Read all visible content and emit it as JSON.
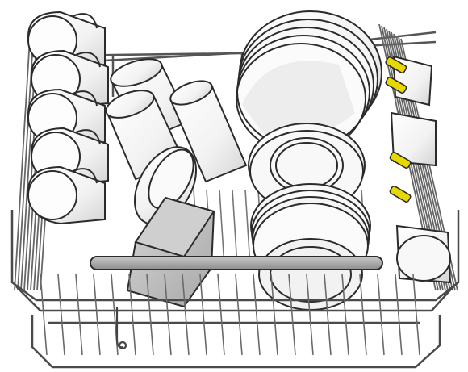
{
  "illustration": {
    "subject": "dishwasher-upper-rack",
    "colors": {
      "outline": "#2b2b2b",
      "wire": "#6a6a6a",
      "dish": "#f7f7f7",
      "dish_shade": "#d9d9d9",
      "dish_dark": "#bdbdbd",
      "handle": "#a9a9a9",
      "clip": "#e6d800"
    },
    "items": {
      "cups_left_count": 5,
      "glasses_count": 3,
      "plates_count": 3,
      "clips_count": 4
    }
  }
}
